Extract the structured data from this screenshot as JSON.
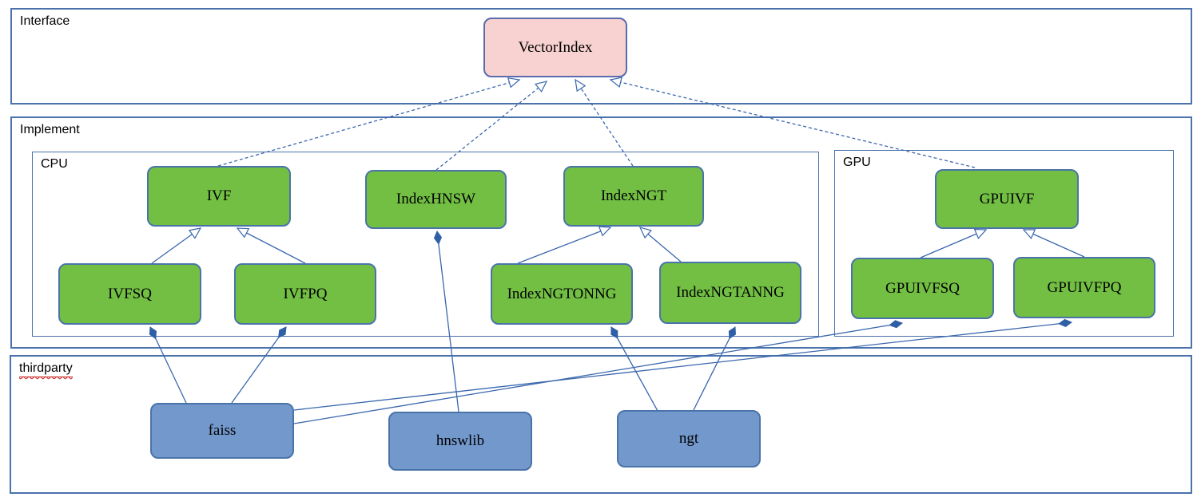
{
  "containers": {
    "interface": {
      "label": "Interface"
    },
    "implement": {
      "label": "Implement"
    },
    "cpu": {
      "label": "CPU"
    },
    "gpu": {
      "label": "GPU"
    },
    "thirdparty": {
      "label": "thirdparty",
      "spellcheck_underline": true
    }
  },
  "nodes": {
    "vectorindex": {
      "label": "VectorIndex",
      "group": "interface"
    },
    "ivf": {
      "label": "IVF",
      "group": "cpu"
    },
    "indexhnsw": {
      "label": "IndexHNSW",
      "group": "cpu"
    },
    "indexngt": {
      "label": "IndexNGT",
      "group": "cpu"
    },
    "ivfsq": {
      "label": "IVFSQ",
      "group": "cpu"
    },
    "ivfpq": {
      "label": "IVFPQ",
      "group": "cpu"
    },
    "indexngtonng": {
      "label": "IndexNGTONNG",
      "group": "cpu"
    },
    "indexngtanng": {
      "label": "IndexNGTANNG",
      "group": "cpu"
    },
    "gpuivf": {
      "label": "GPUIVF",
      "group": "gpu"
    },
    "gpuivfsq": {
      "label": "GPUIVFSQ",
      "group": "gpu"
    },
    "gpuivfpq": {
      "label": "GPUIVFPQ",
      "group": "gpu"
    },
    "faiss": {
      "label": "faiss",
      "group": "thirdparty"
    },
    "hnswlib": {
      "label": "hnswlib",
      "group": "thirdparty"
    },
    "ngt": {
      "label": "ngt",
      "group": "thirdparty"
    }
  },
  "edges": [
    {
      "from": "IVF",
      "to": "VectorIndex",
      "relation": "realization",
      "line": "dashed",
      "head": "hollow-triangle"
    },
    {
      "from": "IndexHNSW",
      "to": "VectorIndex",
      "relation": "realization",
      "line": "dashed",
      "head": "hollow-triangle"
    },
    {
      "from": "IndexNGT",
      "to": "VectorIndex",
      "relation": "realization",
      "line": "dashed",
      "head": "hollow-triangle"
    },
    {
      "from": "GPUIVF",
      "to": "VectorIndex",
      "relation": "realization",
      "line": "dashed",
      "head": "hollow-triangle"
    },
    {
      "from": "IVFSQ",
      "to": "IVF",
      "relation": "generalization",
      "line": "solid",
      "head": "hollow-triangle"
    },
    {
      "from": "IVFPQ",
      "to": "IVF",
      "relation": "generalization",
      "line": "solid",
      "head": "hollow-triangle"
    },
    {
      "from": "IndexNGTONNG",
      "to": "IndexNGT",
      "relation": "generalization",
      "line": "solid",
      "head": "hollow-triangle"
    },
    {
      "from": "IndexNGTANNG",
      "to": "IndexNGT",
      "relation": "generalization",
      "line": "solid",
      "head": "hollow-triangle"
    },
    {
      "from": "GPUIVFSQ",
      "to": "GPUIVF",
      "relation": "generalization",
      "line": "solid",
      "head": "hollow-triangle"
    },
    {
      "from": "GPUIVFPQ",
      "to": "GPUIVF",
      "relation": "generalization",
      "line": "solid",
      "head": "hollow-triangle"
    },
    {
      "from": "faiss",
      "to": "IVFSQ",
      "relation": "composition",
      "line": "solid",
      "head": "filled-diamond"
    },
    {
      "from": "faiss",
      "to": "IVFPQ",
      "relation": "composition",
      "line": "solid",
      "head": "filled-diamond"
    },
    {
      "from": "faiss",
      "to": "GPUIVFSQ",
      "relation": "composition",
      "line": "solid",
      "head": "filled-diamond"
    },
    {
      "from": "faiss",
      "to": "GPUIVFPQ",
      "relation": "composition",
      "line": "solid",
      "head": "filled-diamond"
    },
    {
      "from": "hnswlib",
      "to": "IndexHNSW",
      "relation": "composition",
      "line": "solid",
      "head": "filled-diamond"
    },
    {
      "from": "ngt",
      "to": "IndexNGTONNG",
      "relation": "composition",
      "line": "solid",
      "head": "filled-diamond"
    },
    {
      "from": "ngt",
      "to": "IndexNGTANNG",
      "relation": "composition",
      "line": "solid",
      "head": "filled-diamond"
    }
  ],
  "colors": {
    "interface_node_fill": "#f8d2d0",
    "implement_node_fill": "#72bf44",
    "thirdparty_node_fill": "#7298cc",
    "node_border": "#4a74a8",
    "container_border": "#4a72ab",
    "connector": "#3a67ad",
    "spellcheck_red": "#cc2222",
    "background": "#ffffff"
  }
}
